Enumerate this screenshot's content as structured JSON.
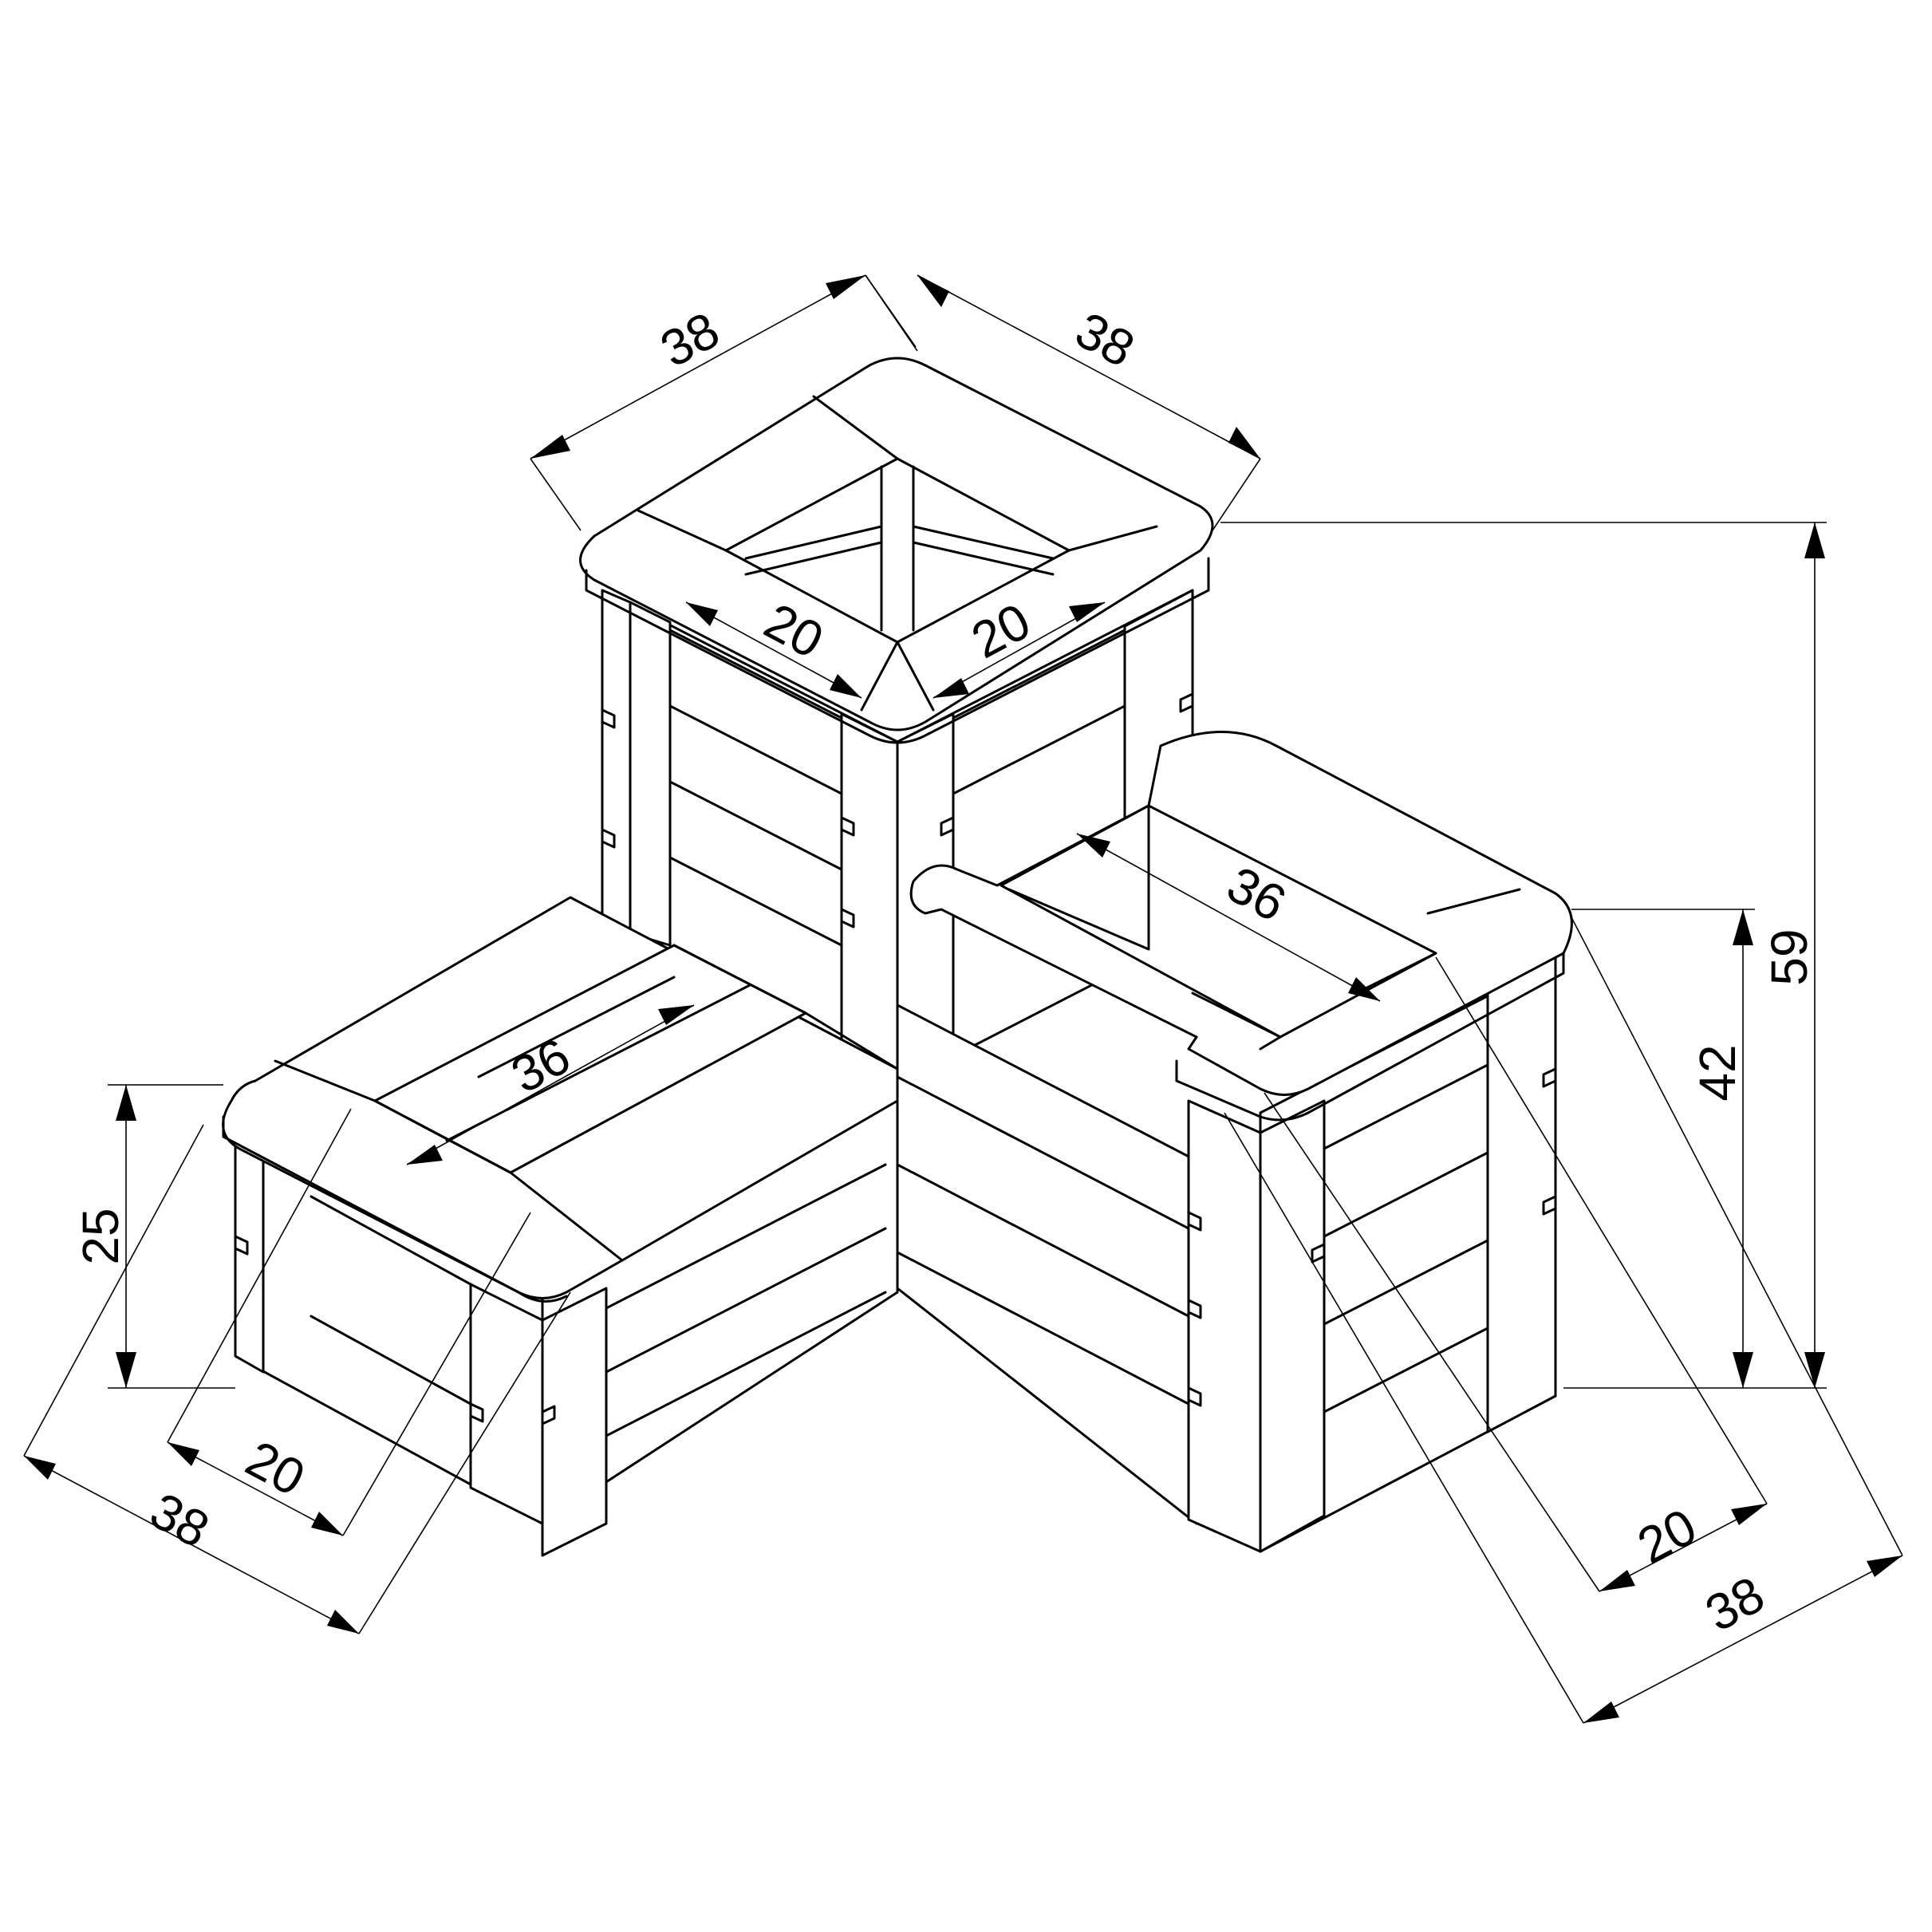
{
  "dimensions": {
    "top_left_width": "38",
    "top_right_width": "38",
    "inner_left": "20",
    "inner_right": "20",
    "right_box_length": "36",
    "total_height": "59",
    "right_box_height": "42",
    "left_box_length": "36",
    "left_box_height": "25",
    "left_inner_width": "20",
    "left_outer_width": "38",
    "right_inner_width": "20",
    "right_outer_width": "38"
  }
}
